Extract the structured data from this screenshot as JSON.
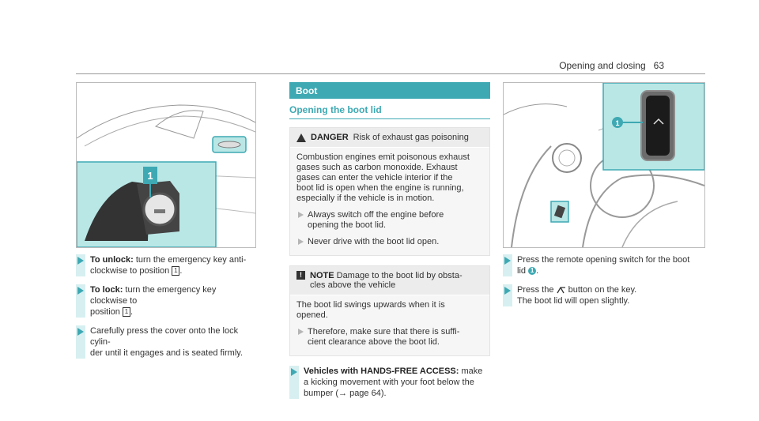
{
  "header": {
    "section": "Opening and closing",
    "page": "63"
  },
  "left": {
    "callout": "1",
    "steps": [
      {
        "bold": "To unlock:",
        "lines": [
          "turn the emergency key anti-",
          "clockwise to position"
        ],
        "ref": "1",
        "end": "."
      },
      {
        "bold": "To lock:",
        "lines": [
          "turn the emergency key clockwise to",
          "position"
        ],
        "ref": "1",
        "end": "."
      },
      {
        "bold": "",
        "lines": [
          "Carefully press the cover onto the lock cylin-",
          "der until it engages and is seated firmly."
        ]
      }
    ]
  },
  "middle": {
    "section_title": "Boot",
    "sub_title": "Opening the boot lid",
    "danger": {
      "label": "DANGER",
      "heading": "Risk of exhaust gas poisoning",
      "body": [
        "Combustion engines emit poisonous exhaust",
        "gases such as carbon monoxide. Exhaust",
        "gases can enter the vehicle interior if the",
        "boot lid is open when the engine is running,",
        "especially if the vehicle is in motion."
      ],
      "steps": [
        [
          "Always switch off the engine before",
          "opening the boot lid."
        ],
        [
          "Never drive with the boot lid open."
        ]
      ]
    },
    "note": {
      "label": "NOTE",
      "heading_lines": [
        "Damage to the boot lid by obsta-",
        "cles above the vehicle"
      ],
      "body": [
        "The boot lid swings upwards when it is",
        "opened."
      ],
      "steps": [
        [
          "Therefore, make sure that there is suffi-",
          "cient clearance above the boot lid."
        ]
      ]
    },
    "step": {
      "bold": "Vehicles with HANDS-FREE ACCESS:",
      "lines": [
        "make",
        "a kicking movement with your foot below the",
        "bumper (→ page 64)."
      ]
    }
  },
  "right": {
    "callout": "1",
    "steps": [
      {
        "lines": [
          "Press the remote opening switch for the boot",
          "lid"
        ],
        "ref": "1",
        "end": "."
      },
      {
        "lines": [
          "Press the",
          "button on the key.",
          "The boot lid will open slightly."
        ]
      }
    ]
  },
  "colors": {
    "accent": "#3ea9b3",
    "panel": "#b9e7e6",
    "bar": "#d7eff0"
  }
}
